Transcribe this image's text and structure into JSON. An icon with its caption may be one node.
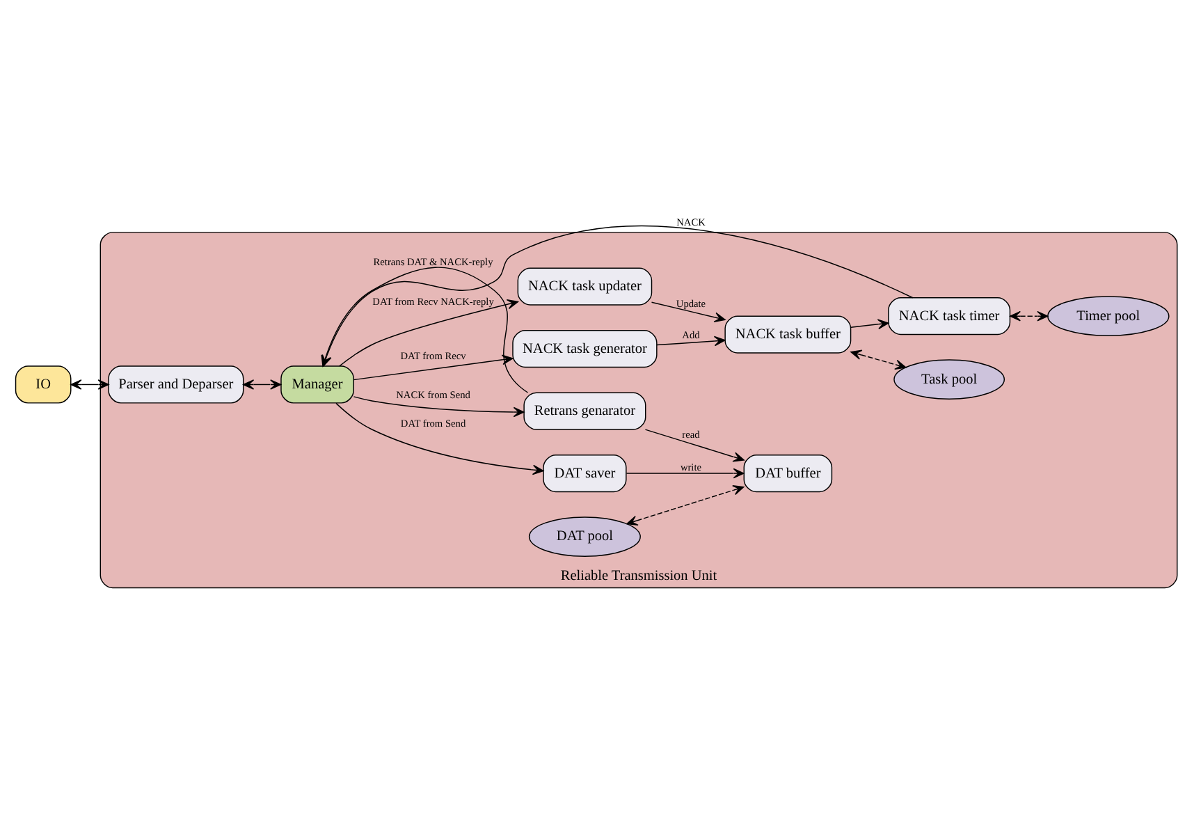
{
  "diagram": {
    "nodes": [
      {
        "text": [
          "IO"
        ]
      },
      {
        "text": [
          "Reliable Transmission Unit"
        ]
      },
      {
        "text": [
          "Parser and Deparser"
        ],
        "in": 1
      },
      {
        "text": [
          "Manager"
        ],
        "in": 1
      },
      {
        "text": [
          "NACK task generator"
        ],
        "in": 1
      },
      {
        "text": [
          "NACK task updater"
        ],
        "in": 1
      },
      {
        "text": [
          "NACK task buffer"
        ],
        "in": 1
      },
      {
        "text": [
          "NACK task timer"
        ],
        "in": 1
      },
      {
        "text": [
          "DAT pool"
        ],
        "in": 1
      },
      {
        "text": [
          "Task pool"
        ],
        "in": 1
      },
      {
        "text": [
          "Timer pool"
        ],
        "in": 1
      },
      {
        "text": [
          "DAT saver"
        ],
        "in": 1
      },
      {
        "text": [
          "Retrans genarator"
        ],
        "in": 1
      },
      {
        "text": [
          "DAT buffer"
        ],
        "in": 1
      }
    ],
    "edges": [
      {
        "from": 0,
        "to": 2,
        "arrow": "both"
      },
      {
        "from": 2,
        "to": 3,
        "arrow": "both"
      },
      {
        "from": 3,
        "to": 4,
        "arrow": "to",
        "label": "DAT from Recv"
      },
      {
        "from": 3,
        "to": 5,
        "arrow": "to",
        "label": "DAT from Recv NACK-reply"
      },
      {
        "from": 3,
        "to": 11,
        "arrow": "to",
        "label": "DAT from Send"
      },
      {
        "from": 3,
        "to": 12,
        "arrow": "to",
        "label": "NACK from Send"
      },
      {
        "from": 4,
        "to": 6,
        "arrow": "to",
        "label": "Add"
      },
      {
        "from": 5,
        "to": 6,
        "arrow": "to",
        "label": "Update"
      },
      {
        "from": 6,
        "to": 7,
        "arrow": "to"
      },
      {
        "from": 7,
        "to": 3,
        "arrow": "to",
        "label": "NACK"
      },
      {
        "from": 6,
        "to": 9,
        "arrow": "both",
        "style": "dashed"
      },
      {
        "from": 7,
        "to": 10,
        "arrow": "both",
        "style": "dashed"
      },
      {
        "from": 8,
        "to": 13,
        "arrow": "both",
        "style": "dashed"
      },
      {
        "from": 11,
        "to": 13,
        "arrow": "to",
        "label": "write"
      },
      {
        "from": 12,
        "to": 13,
        "arrow": "to",
        "label": "read"
      },
      {
        "from": 12,
        "to": 3,
        "arrow": "to",
        "label": "Retrans DAT & NACK-reply"
      }
    ]
  }
}
